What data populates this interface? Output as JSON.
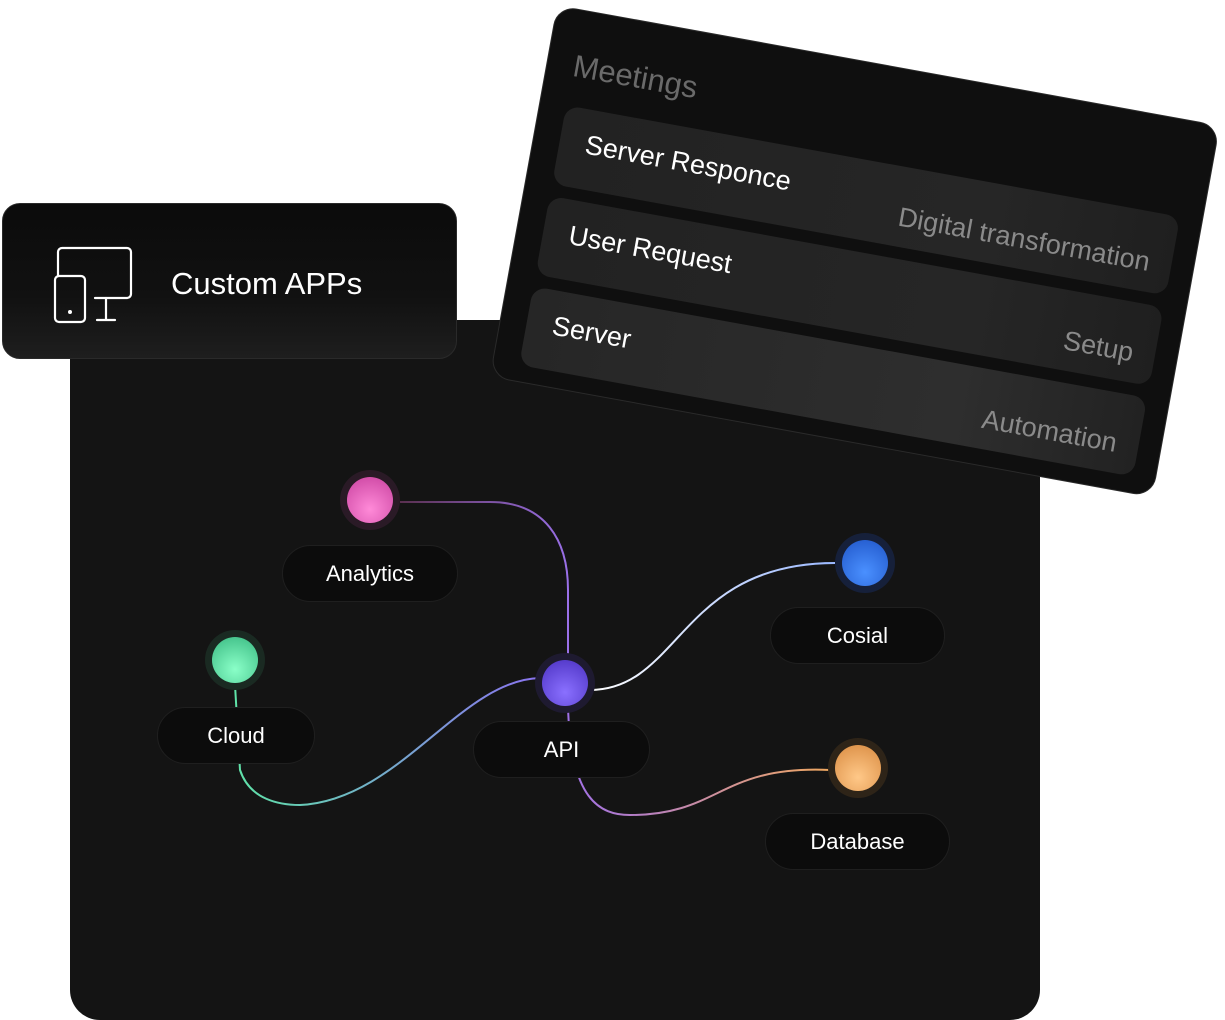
{
  "card": {
    "title": "Custom APPs",
    "icon": "devices-icon"
  },
  "meetings": {
    "title": "Meetings",
    "rows": [
      {
        "label": "Server Responce",
        "tag": "Digital transformation"
      },
      {
        "label": "User Request",
        "tag": "Setup"
      },
      {
        "label": "Server",
        "tag": "Automation"
      }
    ]
  },
  "nodes": {
    "analytics": {
      "label": "Analytics",
      "color": "#e45fc2"
    },
    "cloud": {
      "label": "Cloud",
      "color": "#5fe3a8"
    },
    "api": {
      "label": "API",
      "color": "#6a4fe0"
    },
    "cosial": {
      "label": "Cosial",
      "color": "#2f73e8"
    },
    "database": {
      "label": "Database",
      "color": "#f0a860"
    }
  }
}
